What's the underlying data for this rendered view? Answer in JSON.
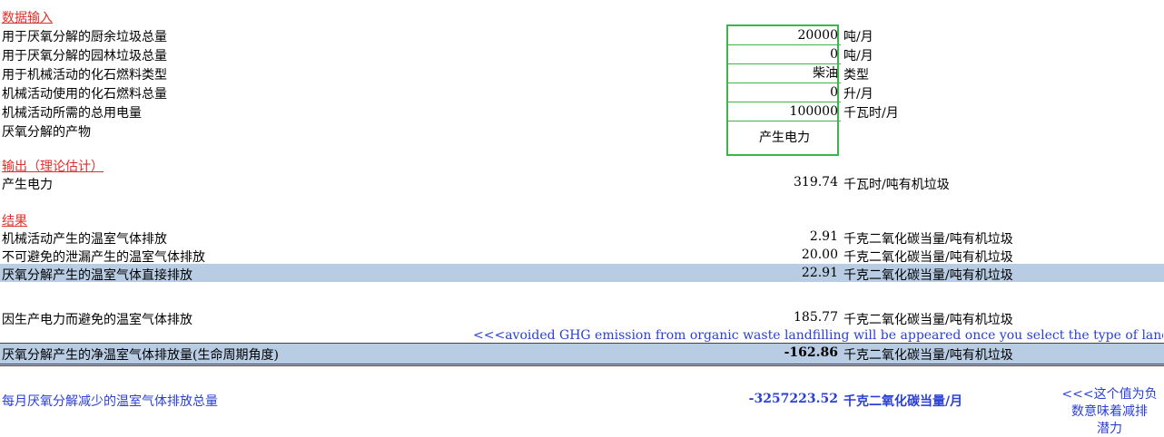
{
  "sections": {
    "input": "数据输入",
    "output": "输出（理论估计）",
    "results": "结果"
  },
  "inputs": [
    {
      "label": "用于厌氧分解的厨余垃圾总量",
      "value": "20000",
      "unit": "吨/月"
    },
    {
      "label": "用于厌氧分解的园林垃圾总量",
      "value": "0",
      "unit": "吨/月"
    },
    {
      "label": "用于机械活动的化石燃料类型",
      "value": "柴油",
      "unit": "类型"
    },
    {
      "label": "机械活动使用的化石燃料总量",
      "value": "0",
      "unit": "升/月"
    },
    {
      "label": "机械活动所需的总用电量",
      "value": "100000",
      "unit": "千瓦时/月"
    },
    {
      "label": "厌氧分解的产物",
      "value": "产生电力",
      "unit": ""
    }
  ],
  "output": {
    "label": "产生电力",
    "value": "319.74",
    "unit": "千瓦时/吨有机垃圾"
  },
  "results": [
    {
      "label": "机械活动产生的温室气体排放",
      "value": "2.91",
      "unit": "千克二氧化碳当量/吨有机垃圾"
    },
    {
      "label": "不可避免的泄漏产生的温室气体排放",
      "value": "20.00",
      "unit": "千克二氧化碳当量/吨有机垃圾"
    },
    {
      "label": "厌氧分解产生的温室气体直接排放",
      "value": "22.91",
      "unit": "千克二氧化碳当量/吨有机垃圾"
    },
    {
      "label": "因生产电力而避免的温室气体排放",
      "value": "185.77",
      "unit": "千克二氧化碳当量/吨有机垃圾"
    }
  ],
  "note": "<<<avoided GHG emission from organic waste landfilling will be appeared once you select the type of landfill in the",
  "net": {
    "label": "厌氧分解产生的净温室气体排放量(生命周期角度)",
    "value": "-162.86",
    "unit": "千克二氧化碳当量/吨有机垃圾"
  },
  "monthly": {
    "label": "每月厌氧分解减少的温室气体排放总量",
    "value": "-3257223.52",
    "unit": "千克二氧化碳当量/月"
  },
  "side_note": [
    "<<<这个值为负",
    "数意味着减排",
    "潜力"
  ]
}
